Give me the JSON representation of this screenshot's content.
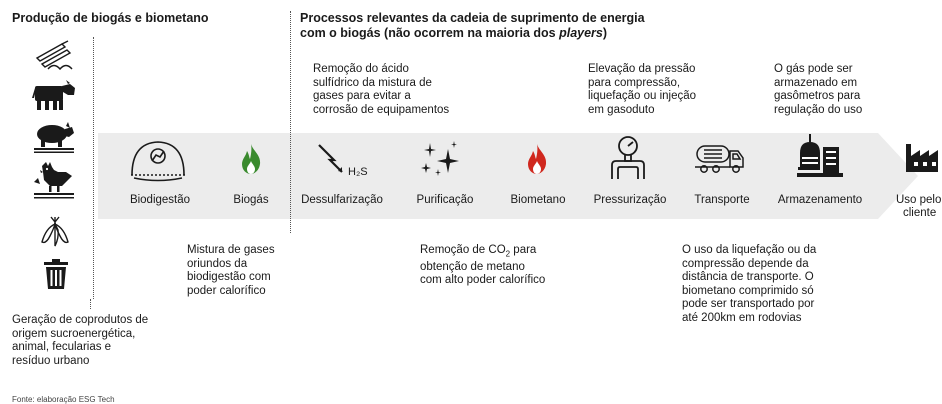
{
  "left_section": {
    "title": "Produção de biogás e biometano",
    "sources": [
      {
        "icon": "sugarcane-icon"
      },
      {
        "icon": "cow-icon"
      },
      {
        "icon": "pig-icon"
      },
      {
        "icon": "chicken-icon"
      },
      {
        "icon": "cassava-icon"
      },
      {
        "icon": "trash-can-icon"
      }
    ],
    "caption": [
      "Geração de coprodutos de",
      "origem sucroenergética,",
      "animal, fecularias e",
      "resíduo urbano"
    ]
  },
  "right_section": {
    "title_line1": "Processos relevantes da cadeia de suprimento de energia",
    "title_line2_prefix": "com o biogás (não ocorrem na maioria dos ",
    "title_line2_italic": "players",
    "title_line2_suffix": ")"
  },
  "stages": [
    {
      "label": "Biodigestão",
      "icon": "digester-icon"
    },
    {
      "label": "Biogás",
      "icon": "green-flame-icon"
    },
    {
      "label": "Dessulfarização",
      "icon": "h2s-removal-icon",
      "icon_text": "H₂S"
    },
    {
      "label": "Purificação",
      "icon": "sparkles-icon"
    },
    {
      "label": "Biometano",
      "icon": "red-flame-icon"
    },
    {
      "label": "Pressurização",
      "icon": "pressure-gauge-icon"
    },
    {
      "label": "Transporte",
      "icon": "tanker-truck-icon"
    },
    {
      "label": "Armazenamento",
      "icon": "gasometer-icon"
    },
    {
      "label": [
        "Uso pelo",
        "cliente"
      ],
      "icon": "factory-icon"
    }
  ],
  "notes_top": {
    "dessulf": [
      "Remoção do ácido",
      "sulfídrico da mistura de",
      "gases para evitar a",
      "corrosão de equipamentos"
    ],
    "pressure": [
      "Elevação da pressão",
      "para compressão,",
      "liquefação ou injeção",
      "em gasoduto"
    ],
    "storage": [
      "O gás pode ser",
      "armazenado em",
      "gasômetros para",
      "regulação do uso"
    ]
  },
  "notes_bottom": {
    "biogas": [
      "Mistura de gases",
      "oriundos da",
      "biodigestão com",
      "poder calorífico"
    ],
    "purification": {
      "line1_prefix": "Remoção de CO",
      "line1_sub": "2",
      "line1_suffix": " para",
      "rest": [
        "obtenção de metano",
        "com alto poder calorífico"
      ]
    },
    "transport": [
      "O uso da liquefação ou da",
      "compressão depende da",
      "distância de transporte. O",
      "biometano comprimido só",
      "pode ser transportado por",
      "até 200km em rodovias"
    ]
  },
  "footer": "Fonte: elaboração ESG Tech",
  "colors": {
    "arrow": "#ececec",
    "green_flame": "#3a8a2e",
    "red_flame": "#d0281e",
    "text": "#1a1a1a"
  }
}
